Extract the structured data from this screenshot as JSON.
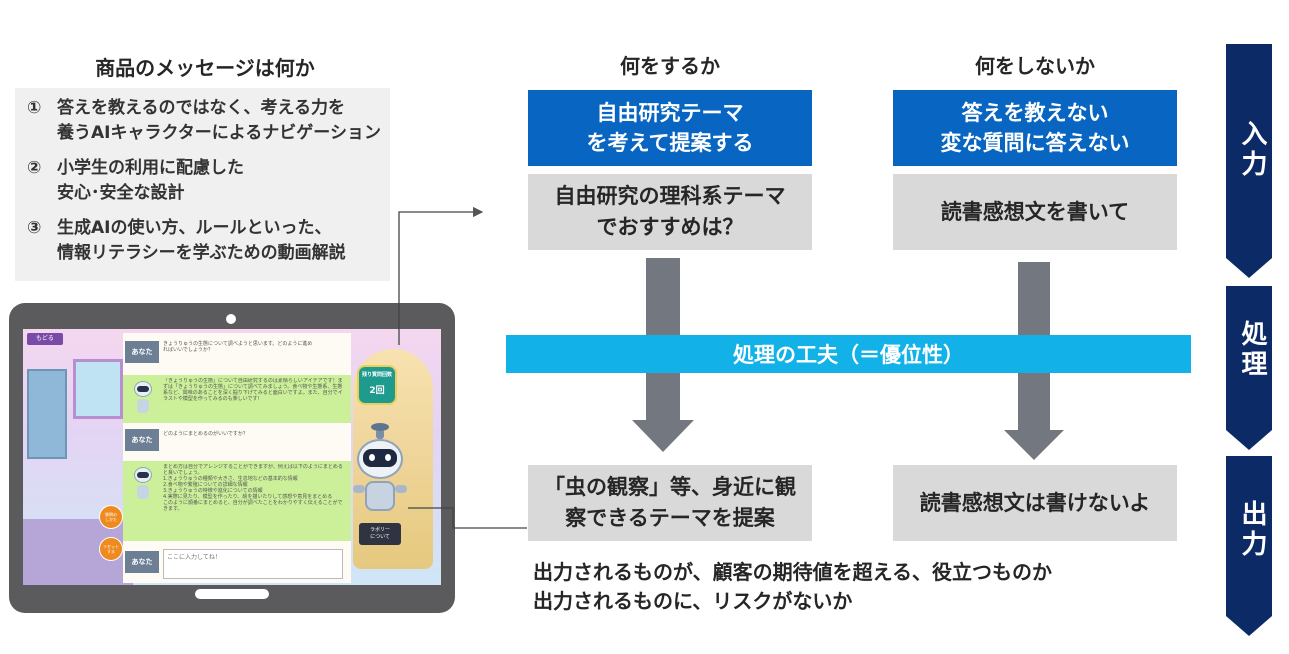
{
  "message_section": {
    "heading": "商品のメッセージは何か",
    "items": [
      {
        "num": "①",
        "text": "答えを教えるのではなく、考える力を\n養うAIキャラクターによるナビゲーション"
      },
      {
        "num": "②",
        "text": "小学生の利用に配慮した\n安心･安全な設計"
      },
      {
        "num": "③",
        "text": "生成AIの使い方、ルールといった、\n情報リテラシーを学ぶための動画解説"
      }
    ]
  },
  "do_column": {
    "heading": "何をするか",
    "policy": "自由研究テーマ\nを考えて提案する",
    "input": "自由研究の理科系テーマ\nでおすすめは？",
    "output": "「虫の観察」等、身近に観\n察できるテーマを提案"
  },
  "dont_column": {
    "heading": "何をしないか",
    "policy": "答えを教えない\n変な質問に答えない",
    "input": "読書感想文を書いて",
    "output": "読書感想文は書けないよ"
  },
  "process_band": "処理の工夫（＝優位性）",
  "steps": [
    "入力",
    "処理",
    "出力"
  ],
  "bottom_notes": [
    "出力されるものが、顧客の期待値を超える、役立つものか",
    "出力されるものに、リスクがないか"
  ],
  "tablet": {
    "back_label": "もどる",
    "user_label": "あなた",
    "user_msg_1": "きょうりゅうの生態について調べようと思います。どのように進めればいいでしょうか？",
    "bot_msg_1": "「きょうりゅうの生態」について自由研究するのは素晴らしいアイデアです！まずは「きょうりゅうの生態」について調べてみましょう。食べ物や生態系、生態系など、興味のあることを深く掘り下げてみると面白いですよ。また、自分でイラストや模型を作ってみるのも楽しいです！",
    "user_msg_2": "どのようにまとめるのがいいですか？",
    "bot_msg_2": "まとめ方は自分でアレンジすることができますが、例えば以下のようにまとめると良いでしょう。\n1.きょうりゅうの種類や大きさ、生息地などの基本的な情報\n2.食べ物や繁殖についての詳細な情報\n3.きょうりゅうの特徴や進化についての情報\n4.実際に見たり、模型を作ったり、絵を描いたりして感想や意見をまとめる\nこのように順番にまとめると、自分が調べたことをわかりやすく伝えることができます。",
    "input_placeholder": "ここに入力してね！",
    "counter_title": "残り質問回数",
    "counter_value": "2回",
    "side_btn_1": "質問の\nしかた",
    "side_btn_2": "リセット\nする",
    "robot_btn": "ラボリー\nについて"
  },
  "colors": {
    "blue": "#0866c2",
    "band": "#12b1e8",
    "navy": "#0c2a66",
    "gray_box": "#d9d9d9",
    "arrow_gray": "#737780"
  }
}
